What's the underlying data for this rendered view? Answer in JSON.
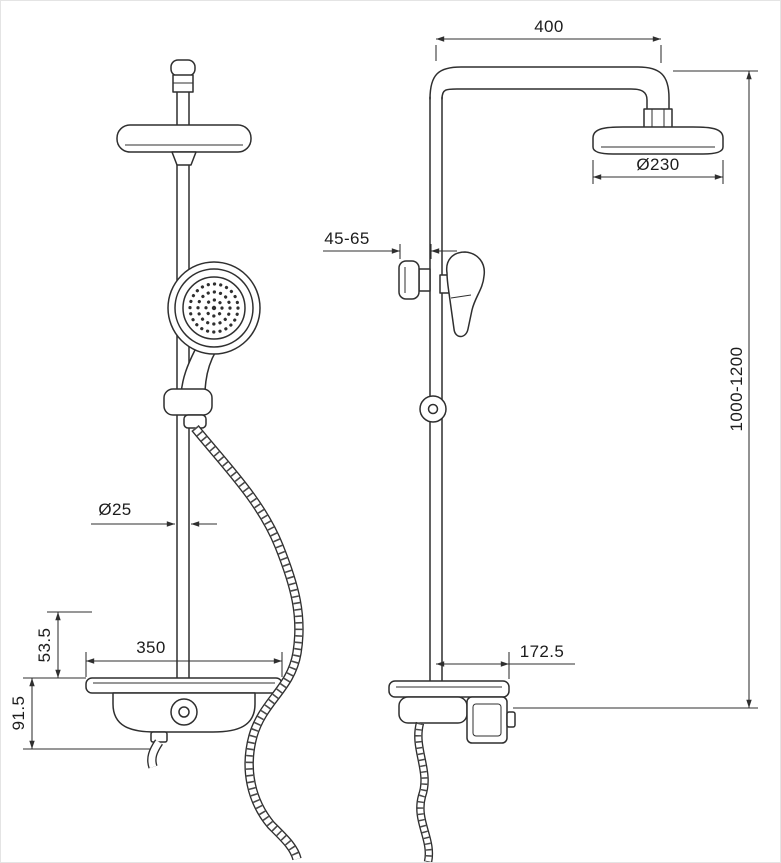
{
  "drawing": {
    "dimensions": {
      "arm_length": "400",
      "head_diameter": "Ø230",
      "wall_distance": "45-65",
      "column_height": "1000-1200",
      "pipe_diameter": "Ø25",
      "shelf_width": "350",
      "upper_offset": "53.5",
      "lower_offset": "91.5",
      "shelf_depth": "172.5"
    }
  }
}
